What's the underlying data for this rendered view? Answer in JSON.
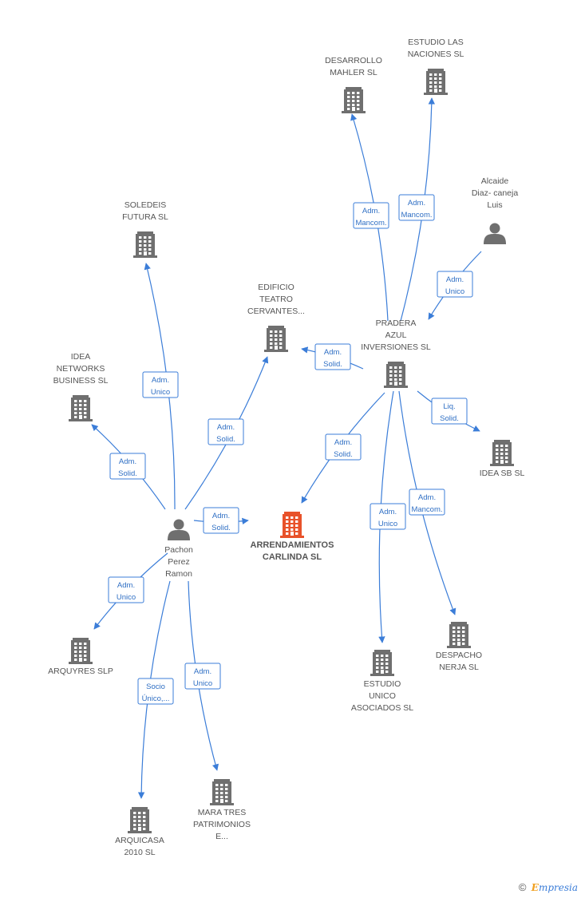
{
  "colors": {
    "edge": "#3b7dd8",
    "node": "#6f6f6f",
    "focus": "#e8522a"
  },
  "nodes": {
    "desarrollo": {
      "type": "company",
      "lines": [
        "DESARROLLO",
        "MAHLER  SL"
      ]
    },
    "estudio_las": {
      "type": "company",
      "lines": [
        "ESTUDIO LAS",
        "NACIONES SL"
      ]
    },
    "alcaide": {
      "type": "person",
      "lines": [
        "Alcaide",
        "Diaz- caneja",
        "Luis"
      ]
    },
    "soledeis": {
      "type": "company",
      "lines": [
        "SOLEDEIS",
        "FUTURA SL"
      ]
    },
    "edificio": {
      "type": "company",
      "lines": [
        "EDIFICIO",
        "TEATRO",
        "CERVANTES..."
      ]
    },
    "pradera": {
      "type": "company",
      "lines": [
        "PRADERA",
        "AZUL",
        "INVERSIONES SL"
      ]
    },
    "idea_net": {
      "type": "company",
      "lines": [
        "IDEA",
        "NETWORKS",
        "BUSINESS  SL"
      ]
    },
    "idea_sb": {
      "type": "company",
      "lines": [
        "IDEA SB SL"
      ]
    },
    "pachon": {
      "type": "person",
      "lines": [
        "Pachon",
        "Perez",
        "Ramon"
      ]
    },
    "arrend": {
      "type": "focus",
      "lines": [
        "ARRENDAMIENTOS",
        "CARLINDA SL"
      ]
    },
    "arquyres": {
      "type": "company",
      "lines": [
        "ARQUYRES SLP"
      ]
    },
    "estudio_unico": {
      "type": "company",
      "lines": [
        "ESTUDIO",
        "UNICO",
        "ASOCIADOS SL"
      ]
    },
    "despacho": {
      "type": "company",
      "lines": [
        "DESPACHO",
        "NERJA SL"
      ]
    },
    "arquicasa": {
      "type": "company",
      "lines": [
        "ARQUICASA",
        "2010 SL"
      ]
    },
    "mara": {
      "type": "company",
      "lines": [
        "MARA TRES",
        "PATRIMONIOS",
        "E..."
      ]
    }
  },
  "edges": [
    {
      "id": "pradera-desarrollo",
      "lines": [
        "Adm.",
        "Mancom."
      ]
    },
    {
      "id": "pradera-estudio_las",
      "lines": [
        "Adm.",
        "Mancom."
      ]
    },
    {
      "id": "alcaide-pradera",
      "lines": [
        "Adm.",
        "Unico"
      ]
    },
    {
      "id": "pradera-edificio",
      "lines": [
        "Adm.",
        "Solid."
      ]
    },
    {
      "id": "pradera-idea_sb",
      "lines": [
        "Liq.",
        "Solid."
      ]
    },
    {
      "id": "pradera-arrend",
      "lines": [
        "Adm.",
        "Solid."
      ]
    },
    {
      "id": "pradera-estudio_unico",
      "lines": [
        "Adm.",
        "Unico"
      ]
    },
    {
      "id": "pradera-despacho",
      "lines": [
        "Adm.",
        "Mancom."
      ]
    },
    {
      "id": "pachon-soledeis",
      "lines": [
        "Adm.",
        "Unico"
      ]
    },
    {
      "id": "pachon-edificio",
      "lines": [
        "Adm.",
        "Solid."
      ]
    },
    {
      "id": "pachon-idea_net",
      "lines": [
        "Adm.",
        "Solid."
      ]
    },
    {
      "id": "pachon-arrend",
      "lines": [
        "Adm.",
        "Solid."
      ]
    },
    {
      "id": "pachon-arquyres",
      "lines": [
        "Adm.",
        "Unico"
      ]
    },
    {
      "id": "pachon-arquicasa",
      "lines": [
        "Socio",
        "Único,..."
      ]
    },
    {
      "id": "pachon-mara",
      "lines": [
        "Adm.",
        "Unico"
      ]
    }
  ],
  "footer": {
    "copyright": "©",
    "brand_first": "E",
    "brand_rest": "mpresia"
  }
}
